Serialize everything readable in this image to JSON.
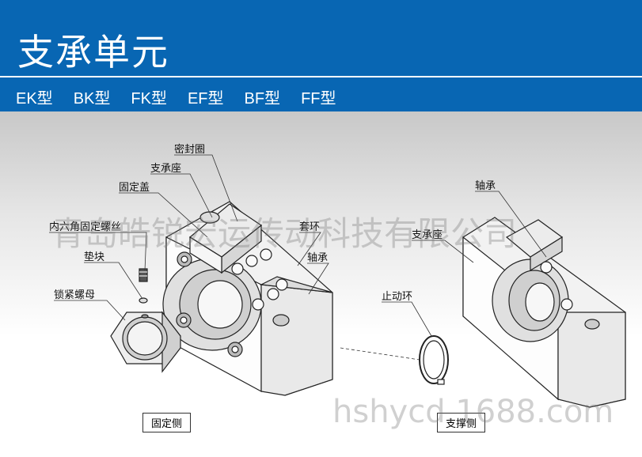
{
  "header": {
    "title": "支承单元",
    "models": [
      "EK型",
      "BK型",
      "FK型",
      "EF型",
      "BF型",
      "FF型"
    ]
  },
  "fixed_side": {
    "labels": {
      "seal": "密封圈",
      "housing": "支承座",
      "cover": "固定盖",
      "hex_screw": "内六角固定螺丝",
      "spacer": "垫块",
      "lock_nut": "锁紧螺母",
      "collar": "套环",
      "bearing": "轴承"
    },
    "caption": "固定侧"
  },
  "support_side": {
    "labels": {
      "bearing": "轴承",
      "housing": "支承座",
      "snap_ring": "止动环"
    },
    "caption": "支撑侧"
  },
  "watermarks": {
    "company": "青岛皓锐宏运传动科技有限公司",
    "site": "hshycd.1688.com"
  }
}
